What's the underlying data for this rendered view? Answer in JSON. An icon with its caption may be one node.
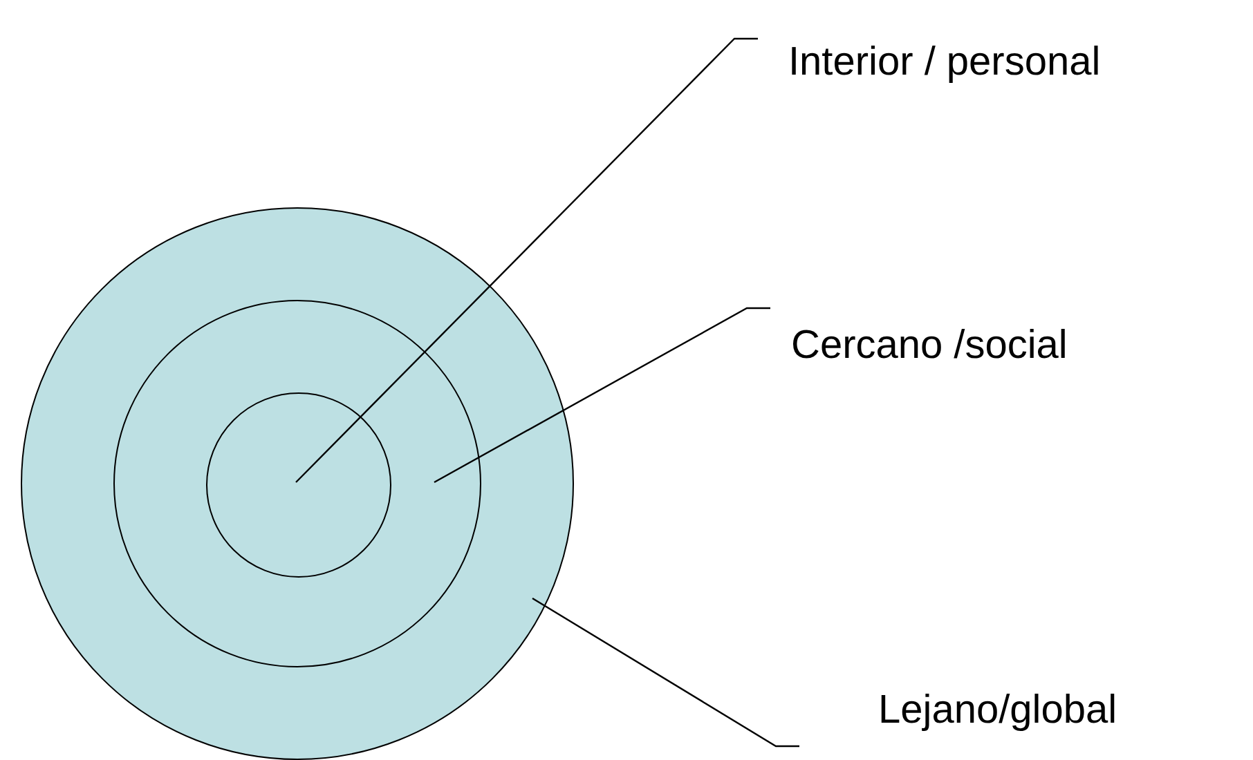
{
  "diagram": {
    "nodes": [
      {
        "text": [],
        "shape": "circle"
      },
      {
        "text": [],
        "shape": "circle",
        "in": 0
      },
      {
        "text": [],
        "shape": "circle",
        "in": 1
      },
      {
        "text": [
          "Interior / personal"
        ]
      },
      {
        "text": [
          "Cercano /social"
        ]
      },
      {
        "text": [
          "Lejano/global"
        ]
      }
    ],
    "edges": [
      {
        "from": 3,
        "to": 2,
        "arrow": "none"
      },
      {
        "from": 4,
        "to": 1,
        "arrow": "none"
      },
      {
        "from": 5,
        "to": 0,
        "arrow": "none"
      }
    ]
  }
}
